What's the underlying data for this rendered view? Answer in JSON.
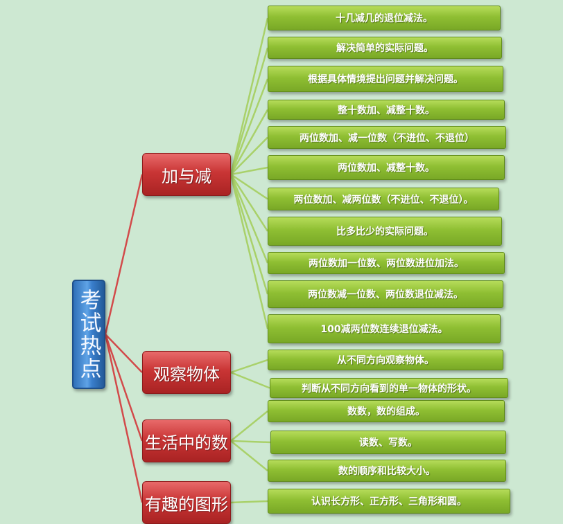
{
  "root": {
    "label": "考试热点"
  },
  "categories": [
    {
      "label": "加与减",
      "items": [
        "十几减几的退位减法。",
        "解决简单的实际问题。",
        "根据具体情境提出问题并解决问题。",
        "整十数加、减整十数。",
        "两位数加、减一位数（不进位、不退位）",
        "两位数加、减整十数。",
        "两位数加、减两位数（不进位、不退位）。",
        "比多比少的实际问题。",
        "两位数加一位数、两位数进位加法。",
        "两位数减一位数、两位数退位减法。",
        "100减两位数连续退位减法。"
      ]
    },
    {
      "label": "观察物体",
      "items": [
        "从不同方向观察物体。",
        "判断从不同方向看到的单一物体的形状。"
      ]
    },
    {
      "label": "生活中的数",
      "items": [
        "数数，数的组成。",
        "读数、写数。",
        "数的顺序和比较大小。"
      ]
    },
    {
      "label": "有趣的图形",
      "items": [
        "认识长方形、正方形、三角形和圆。"
      ]
    }
  ],
  "colors": {
    "background": "#cde8d2",
    "root_fill": "#3a7fcc",
    "category_fill": "#c93535",
    "leaf_fill": "#8fbf33",
    "root_connector": "#d24a4a",
    "leaf_connector": "#a9d16a"
  }
}
